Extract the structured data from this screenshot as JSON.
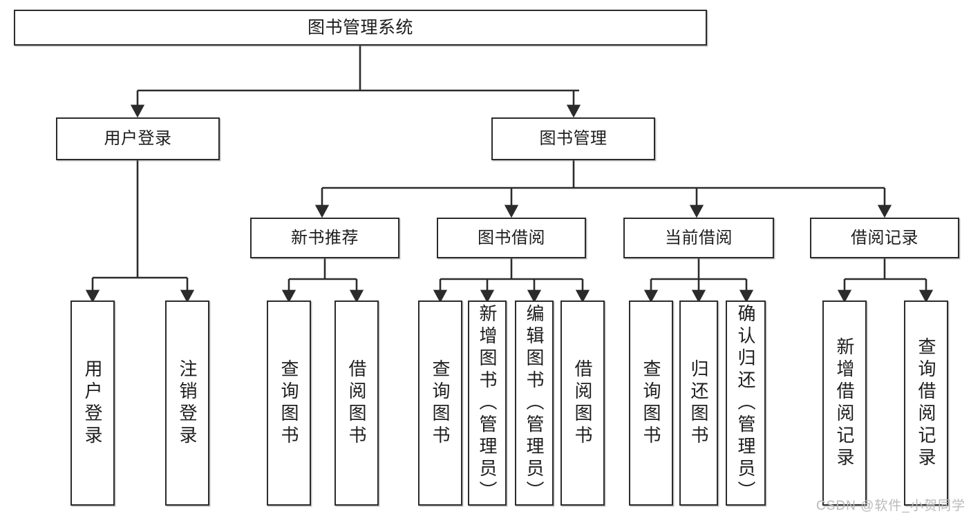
{
  "diagram": {
    "title": "图书管理系统",
    "type": "hierarchy-tree",
    "watermark": "CSDN @软件_小贺同学",
    "colors": {
      "box_border": "#2b2b2b",
      "box_fill": "#ffffff",
      "edge": "#2b2b2b",
      "text": "#1d1d1d",
      "watermark": "#b9b9b9",
      "background": "#ffffff"
    },
    "levels": {
      "root": {
        "label": "图书管理系统"
      },
      "level2": [
        {
          "id": "user-login",
          "label": "用户登录"
        },
        {
          "id": "book-manage",
          "label": "图书管理"
        }
      ],
      "level3": [
        {
          "id": "new-book-recommend",
          "label": "新书推荐"
        },
        {
          "id": "book-borrow",
          "label": "图书借阅"
        },
        {
          "id": "current-borrow",
          "label": "当前借阅"
        },
        {
          "id": "borrow-record",
          "label": "借阅记录"
        }
      ],
      "leaves": [
        {
          "id": "leaf-user-login",
          "label": "用户登录",
          "parent": "user-login"
        },
        {
          "id": "leaf-user-logout",
          "label": "注销登录",
          "parent": "user-login"
        },
        {
          "id": "leaf-query-book-1",
          "label": "查询图书",
          "parent": "new-book-recommend"
        },
        {
          "id": "leaf-borrow-book-1",
          "label": "借阅图书",
          "parent": "new-book-recommend"
        },
        {
          "id": "leaf-query-book-2",
          "label": "查询图书",
          "parent": "book-borrow"
        },
        {
          "id": "leaf-add-book",
          "label": "新增图书（管理员）",
          "parent": "book-borrow"
        },
        {
          "id": "leaf-edit-book",
          "label": "编辑图书（管理员）",
          "parent": "book-borrow"
        },
        {
          "id": "leaf-borrow-book-2",
          "label": "借阅图书",
          "parent": "book-borrow"
        },
        {
          "id": "leaf-query-book-3",
          "label": "查询图书",
          "parent": "current-borrow"
        },
        {
          "id": "leaf-return-book",
          "label": "归还图书",
          "parent": "current-borrow"
        },
        {
          "id": "leaf-confirm-return",
          "label": "确认归还（管理员）",
          "parent": "current-borrow"
        },
        {
          "id": "leaf-add-record",
          "label": "新增借阅记录",
          "parent": "borrow-record"
        },
        {
          "id": "leaf-query-record",
          "label": "查询借阅记录",
          "parent": "borrow-record"
        }
      ]
    }
  }
}
